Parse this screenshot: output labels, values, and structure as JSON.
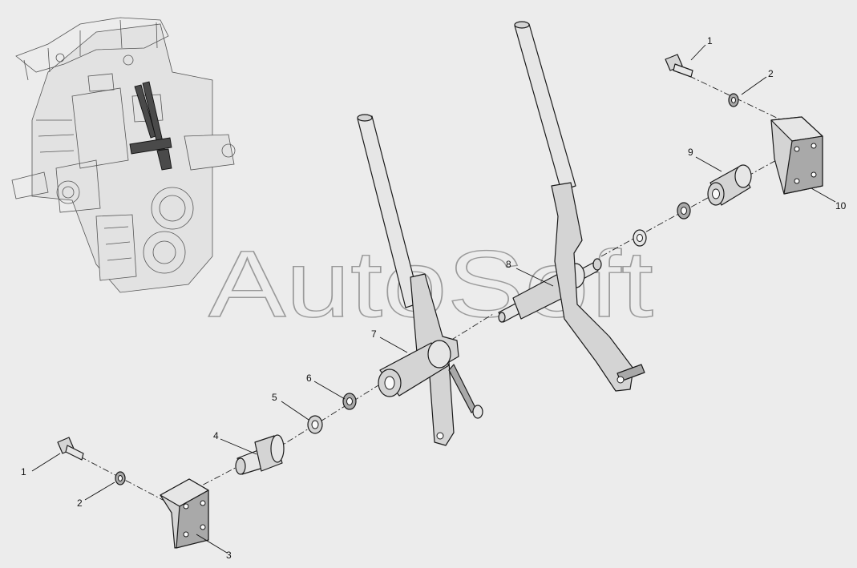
{
  "watermark": "AutoSoft",
  "callouts": [
    {
      "id": "c1a",
      "text": "1"
    },
    {
      "id": "c2a",
      "text": "2"
    },
    {
      "id": "c9",
      "text": "9"
    },
    {
      "id": "c10",
      "text": "10"
    },
    {
      "id": "c8",
      "text": "8"
    },
    {
      "id": "c7",
      "text": "7"
    },
    {
      "id": "c6",
      "text": "6"
    },
    {
      "id": "c5",
      "text": "5"
    },
    {
      "id": "c4",
      "text": "4"
    },
    {
      "id": "c1b",
      "text": "1"
    },
    {
      "id": "c2b",
      "text": "2"
    },
    {
      "id": "c3",
      "text": "3"
    }
  ]
}
